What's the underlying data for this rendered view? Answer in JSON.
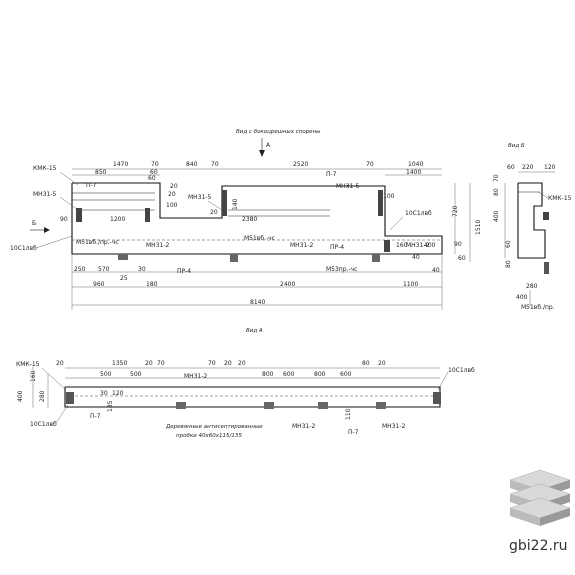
{
  "main_view": {
    "view_label": "Вид с бокоцрешных спорены",
    "arrow_label": "А",
    "left_arrow_label": "Б",
    "labels": {
      "kmk": "КМК-15",
      "mn1": "МН31-5",
      "c_left": "10С1лвб",
      "mn_mid": "МН31-5",
      "mn2": "МН31-2",
      "m51": "М51вб./пр.-чс",
      "m51b": "М51вб.-чс",
      "mn3": "МН31-2",
      "pr_a": "ПР-4",
      "pr_b": "ПР-4",
      "c_right": "10С1лвб",
      "m53": "М53пр.-чс",
      "mn4": "МН31-2",
      "pr1": "П-7",
      "pr2": "П-7"
    },
    "dims_top": [
      "1470",
      "70",
      "840",
      "70",
      "2520",
      "70",
      "1040"
    ],
    "dims_top2": [
      "850",
      "60",
      "1400"
    ],
    "dims_mid": [
      "1200",
      "2380",
      "90"
    ],
    "dims_bottom": [
      "250",
      "570",
      "960",
      "180",
      "2400",
      "1100",
      "8140"
    ],
    "dims_vert": [
      "720",
      "1510",
      "90",
      "60",
      "100",
      "20",
      "20",
      "160",
      "40"
    ],
    "dims_small": [
      "20",
      "100",
      "60",
      "140",
      "30",
      "25",
      "40",
      "400"
    ]
  },
  "side_view": {
    "view_label": "Вид Б",
    "labels": {
      "kmk": "КМК-15",
      "m51": "М51вб./пр."
    },
    "dims": [
      "220",
      "120",
      "60",
      "70",
      "80",
      "400",
      "60",
      "80",
      "280",
      "400"
    ]
  },
  "bottom_view": {
    "view_label": "Вид А",
    "labels": {
      "kmk": "КМК-15",
      "c_left": "10С1лвб",
      "c_right": "10С1лвб",
      "mn1": "МН31-2",
      "mn2": "МН31-2",
      "mn3": "МН31-2",
      "p1": "П-7",
      "p2": "П-7",
      "note1": "Деревянные антисептированные",
      "note2": "пробки 40х60х115/135"
    },
    "dims": [
      "20",
      "1350",
      "20",
      "70",
      "70",
      "20",
      "20",
      "80",
      "20",
      "500",
      "500",
      "600",
      "800",
      "600",
      "800",
      "160",
      "30",
      "120",
      "400",
      "280",
      "135",
      "110"
    ]
  },
  "logo": {
    "text": "gbi22.ru"
  }
}
